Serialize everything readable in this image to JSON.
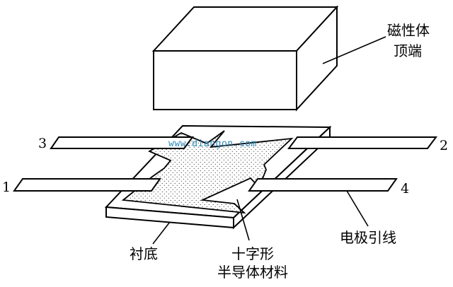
{
  "labels": {
    "magnet_top_line1": "磁性体",
    "magnet_top_line2": "顶端",
    "substrate": "衬底",
    "cross_material_line1": "十字形",
    "cross_material_line2": "半导体材料",
    "leads": "电极引线",
    "terminal_1": "1",
    "terminal_2": "2",
    "terminal_3": "3",
    "terminal_4": "4"
  },
  "watermark": "www.diangon.com",
  "colors": {
    "ink": "#000000",
    "watermark": "#2e8ab8",
    "fill": "#ffffff"
  }
}
